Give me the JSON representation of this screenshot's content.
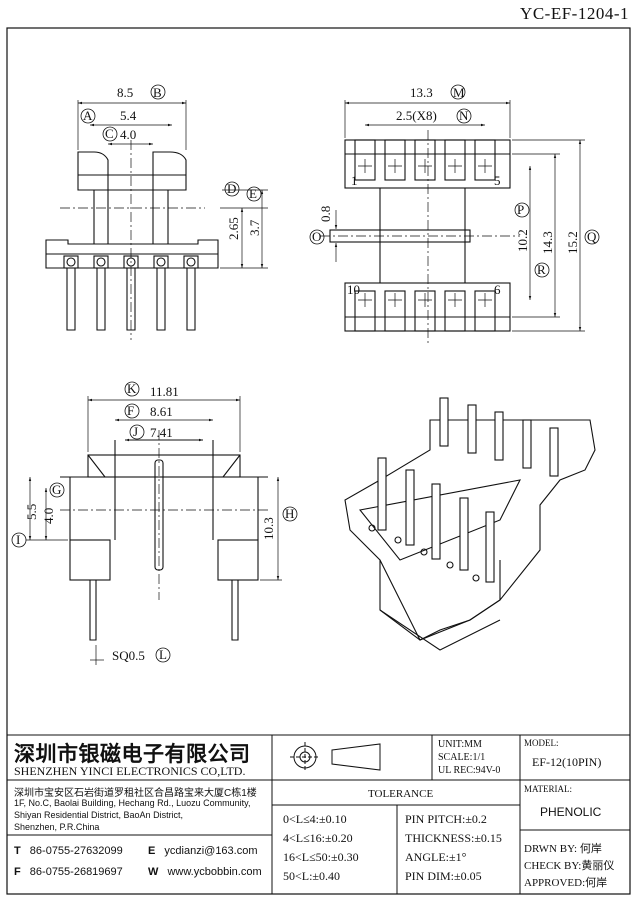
{
  "header": {
    "drawing_number": "YC-EF-1204-1"
  },
  "top_left_view": {
    "dims": [
      {
        "value": "8.5",
        "tag": "B"
      },
      {
        "value": "5.4",
        "tag": "A"
      },
      {
        "value": "4.0",
        "tag": "C"
      },
      {
        "value": "2.65",
        "tag": "D"
      },
      {
        "value": "3.7",
        "tag": "E"
      }
    ]
  },
  "top_right_view": {
    "dims": [
      {
        "value": "13.3",
        "tag": "M"
      },
      {
        "value": "2.5(X8)",
        "tag": "N"
      },
      {
        "value": "0.8",
        "tag": "O"
      },
      {
        "value": "10.2",
        "tag": "P"
      },
      {
        "value": "14.3",
        "tag": "R"
      },
      {
        "value": "15.2",
        "tag": "Q"
      }
    ],
    "pin_labels": [
      "1",
      "5",
      "10",
      "6"
    ]
  },
  "bottom_left_view": {
    "dims": [
      {
        "value": "11.81",
        "tag": "K"
      },
      {
        "value": "8.61",
        "tag": "F"
      },
      {
        "value": "7.41",
        "tag": "J"
      },
      {
        "value": "5.5",
        "tag": "I"
      },
      {
        "value": "4.0",
        "tag": "G"
      },
      {
        "value": "10.3",
        "tag": "H"
      },
      {
        "value": "SQ0.5",
        "tag": "L"
      }
    ]
  },
  "title_block": {
    "company_cn": "深圳市银磁电子有限公司",
    "company_en": "SHENZHEN YINCI ELECTRONICS CO,LTD.",
    "address_cn": "深圳市宝安区石岩街道罗租社区合昌路宝来大厦C栋1楼",
    "address_en": [
      "1F, No.C, Baolai Building, Hechang Rd., Luozu Community,",
      "Shiyan Residential District, BaoAn District,",
      "Shenzhen, P.R.China"
    ],
    "tel_label": "T",
    "tel": "86-0755-27632099",
    "fax_label": "F",
    "fax": "86-0755-26819697",
    "email_label": "E",
    "email": "ycdianzi@163.com",
    "web_label": "W",
    "web": "www.ycbobbin.com",
    "unit": "UNIT:MM",
    "scale": "SCALE:1/1",
    "ul_rec": "UL REC:94V-0",
    "model_label": "MODEL:",
    "model": "EF-12(10PIN)",
    "material_label": "MATERIAL:",
    "material": "PHENOLIC",
    "tolerance_label": "TOLERANCE",
    "tolerances": [
      "0<L≤4:±0.10",
      "4<L≤16:±0.20",
      "16<L≤50:±0.30",
      "50<L:±0.40"
    ],
    "pin_tolerances": [
      "PIN PITCH:±0.2",
      "THICKNESS:±0.15",
      "ANGLE:±1°",
      "PIN DIM:±0.05"
    ],
    "drawn_by": "DRWN BY: 何岸",
    "check_by": "CHECK BY:黄丽仪",
    "approved": "APPROVED:何岸"
  }
}
